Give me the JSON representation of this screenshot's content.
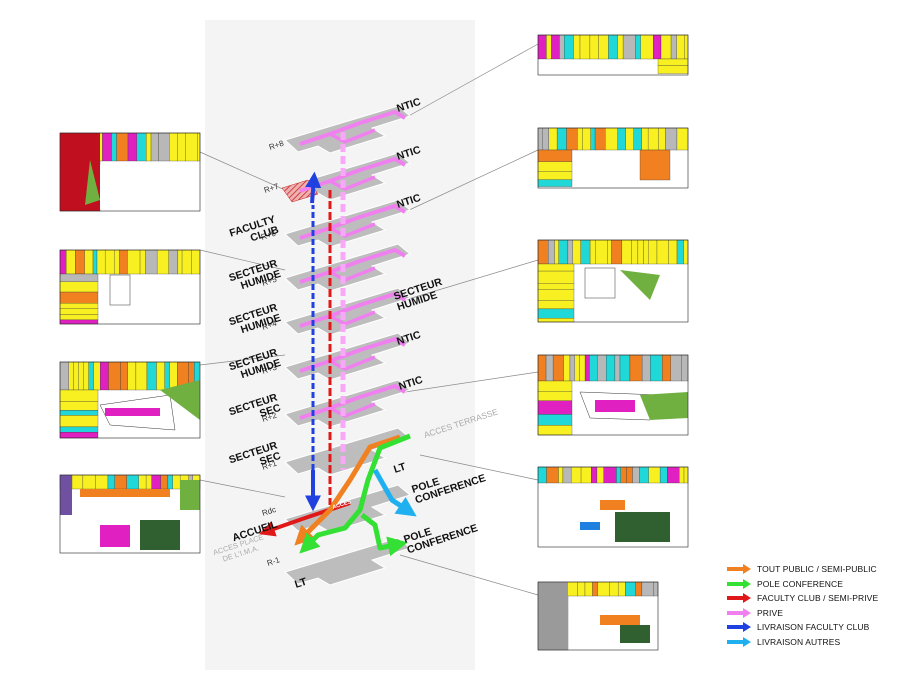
{
  "floors": [
    {
      "id": "r8",
      "label": "R+8",
      "zones": [
        "NTIC"
      ]
    },
    {
      "id": "r7",
      "label": "R+7",
      "zones": [
        "FACULTY\nCLUB",
        "NTIC"
      ]
    },
    {
      "id": "r6",
      "label": "R+6",
      "zones": [
        "SECTEUR\nHUMIDE",
        "NTIC"
      ]
    },
    {
      "id": "r5",
      "label": "R+5",
      "zones": [
        "SECTEUR\nHUMIDE",
        "SECTEUR\nHUMIDE"
      ]
    },
    {
      "id": "r4",
      "label": "R+4",
      "zones": [
        "SECTEUR\nHUMIDE",
        "NTIC"
      ]
    },
    {
      "id": "r3",
      "label": "R+3",
      "zones": [
        "SECTEUR\nSEC",
        "NTIC"
      ]
    },
    {
      "id": "r2",
      "label": "R+2",
      "zones": [
        "SECTEUR\nSEC"
      ]
    },
    {
      "id": "r1",
      "label": "R+1",
      "zones": [
        "LT",
        "POLE\nCONFERENCE"
      ]
    },
    {
      "id": "rdc",
      "label": "Rdc",
      "zones": [
        "ACCUEIL",
        "POLE\nCONFERENCE"
      ]
    },
    {
      "id": "rm1",
      "label": "R-1",
      "zones": [
        "LT"
      ]
    }
  ],
  "annotations": {
    "acces_terrasse": "ACCES TERRASSE",
    "acces_place": "ACCES PLACE\nDE L'I.M.A.",
    "acces_small": "ACCES"
  },
  "legend": [
    {
      "label": "TOUT PUBLIC / SEMI-PUBLIC",
      "color": "#f08020"
    },
    {
      "label": "POLE CONFERENCE",
      "color": "#33e033"
    },
    {
      "label": "FACULTY CLUB / SEMI-PRIVE",
      "color": "#e01818"
    },
    {
      "label": "PRIVE",
      "color": "#f080f0"
    },
    {
      "label": "LIVRAISON FACULTY CLUB",
      "color": "#2040e0"
    },
    {
      "label": "LIVRAISON AUTRES",
      "color": "#20b0f0"
    }
  ],
  "palette": {
    "yellow": "#f8f020",
    "cyan": "#20d8d8",
    "magenta": "#e020c0",
    "orange": "#f08020",
    "green": "#70b040",
    "grey": "#b8b8b8",
    "red": "#c01020",
    "slab": "#bdbdbd",
    "darkgreen": "#306030"
  }
}
